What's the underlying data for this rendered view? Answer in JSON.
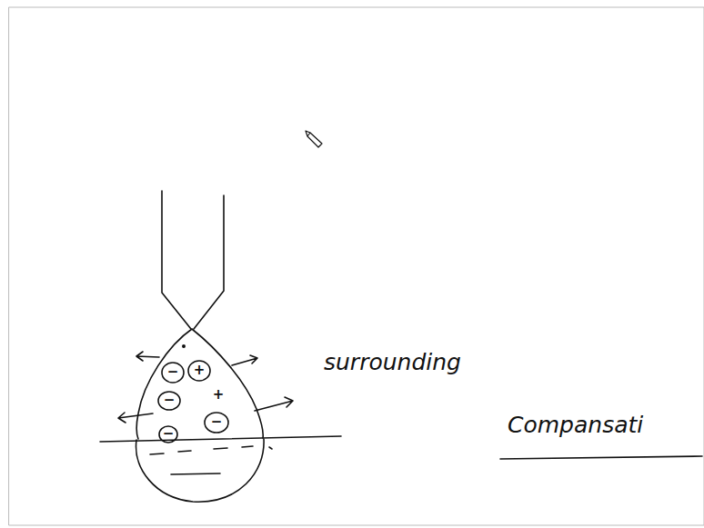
{
  "diagram": {
    "labels": [
      "surrounding",
      "Compansati",
      "−",
      "+",
      "−",
      "+",
      "−",
      "−"
    ]
  }
}
